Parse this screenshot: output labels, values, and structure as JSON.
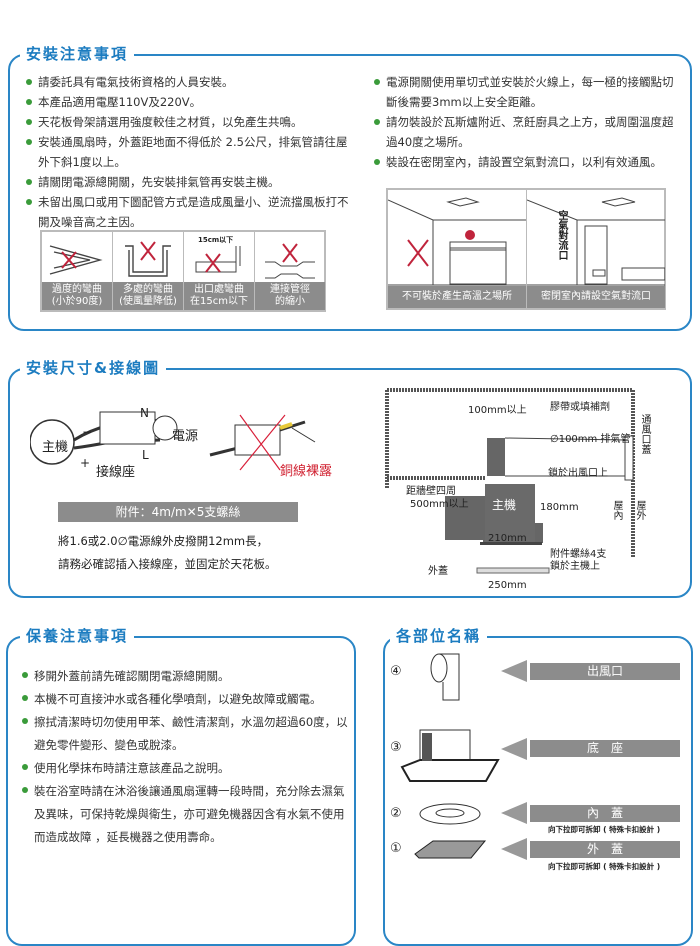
{
  "install_notes": {
    "title": "安裝注意事項",
    "left_items": [
      "請委託具有電氣技術資格的人員安裝。",
      "本產品適用電壓110V及220V。",
      "天花板骨架請選用強度較佳之材質，以免產生共鳴。",
      "安裝通風扇時，外蓋距地面不得低於 2.5公尺，排氣管請往屋外下斜1度以上。",
      "請關閉電源總開關，先安裝排氣管再安裝主機。",
      "未留出風口或用下圖配管方式是造成風量小、逆流擋風板打不開及噪音高之主因。"
    ],
    "right_items": [
      "電源開關使用單切式並安裝於火線上，每一極的接觸點切斷後需要3mm以上安全距離。",
      "請勿裝設於瓦斯爐附近、烹飪廚具之上方，或周圍溫度超過40度之場所。",
      "裝設在密閉室內，請設置空氣對流口，以利有效通風。"
    ],
    "pipe_figs": [
      {
        "line1": "過度的彎曲",
        "line2": "(小於90度)"
      },
      {
        "line1": "多處的彎曲",
        "line2": "(使風量降低)"
      },
      {
        "line1": "出口處彎曲",
        "line2": "在15cm以下",
        "note": "15cm以下"
      },
      {
        "line1": "連接管徑",
        "line2": "的縮小"
      }
    ],
    "room_figs": [
      {
        "caption": "不可裝於產生高溫之場所"
      },
      {
        "caption": "密閉室內請設空氣對流口",
        "note": "空氣對流口"
      }
    ]
  },
  "wiring": {
    "title": "安裝尺寸&接線圖",
    "main_unit": "主機",
    "n": "N",
    "l": "L",
    "minus": "−",
    "plus": "+",
    "power": "電源",
    "terminal": "接線座",
    "exposed": "銅線裸露",
    "accessory": "附件：4m/m✕5支螺絲",
    "note1": "將1.6或2.0∅電源線外皮撥開12mm長，",
    "note2": "請務必確認插入接線座，並固定於天花板。",
    "dim": {
      "top": "100mm以上",
      "tape": "膠帶或填補劑",
      "duct": "∅100mm 排氣管",
      "vent_cap": "通風口蓋",
      "lock_outlet": "鎖於出風口上",
      "wall_dist1": "距牆壁四周",
      "wall_dist2": "500mm以上",
      "main": "主機",
      "h": "180mm",
      "indoor": "屋內",
      "outdoor": "屋外",
      "w210": "210mm",
      "screws1": "附件螺絲4支",
      "screws2": "鎖於主機上",
      "cover": "外蓋",
      "w250": "250mm"
    }
  },
  "maintenance": {
    "title": "保養注意事項",
    "items": [
      "移開外蓋前請先確認關閉電源總開關。",
      "本機不可直接沖水或各種化學噴劑，以避免故障或觸電。",
      "擦拭清潔時切勿使用甲苯、鹼性清潔劑，水溫勿超過60度，以避免零件變形、變色或脫漆。",
      "使用化學抹布時請注意該產品之說明。",
      "裝在浴室時請在沐浴後讓通風扇運轉一段時間，充分除去濕氣及異味，可保持乾燥與衛生，亦可避免機器因含有水氣不使用而造成故障 ，延長機器之使用壽命。"
    ]
  },
  "parts": {
    "title": "各部位名稱",
    "items": [
      {
        "num": "④",
        "name": "出風口"
      },
      {
        "num": "③",
        "name": "底　座"
      },
      {
        "num": "②",
        "name": "內　蓋",
        "note": "向下拉即可拆卸 ( 特殊卡扣設計 )"
      },
      {
        "num": "①",
        "name": "外　蓋",
        "note": "向下拉即可拆卸 ( 特殊卡扣設計 )"
      }
    ]
  }
}
